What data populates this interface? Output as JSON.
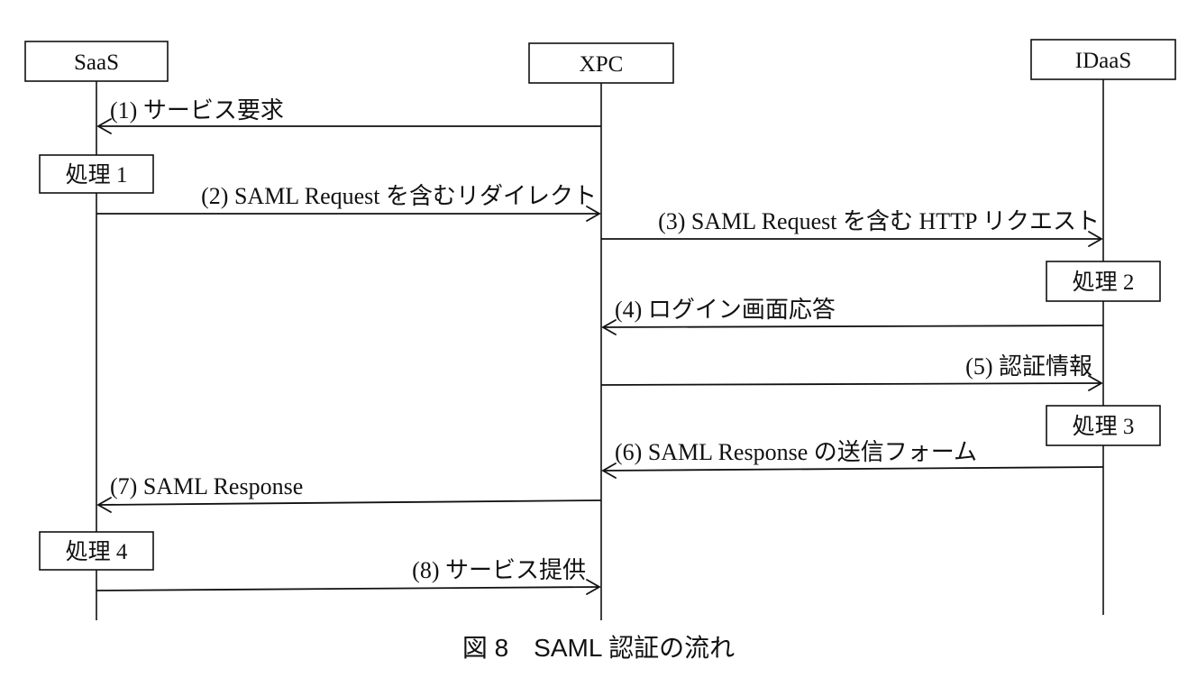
{
  "participants": [
    {
      "id": "saas",
      "label": "SaaS"
    },
    {
      "id": "xpc",
      "label": "XPC"
    },
    {
      "id": "idaas",
      "label": "IDaaS"
    }
  ],
  "messages": [
    {
      "id": "m1",
      "from": "xpc",
      "to": "saas",
      "label": "(1) サービス要求"
    },
    {
      "id": "m2",
      "from": "saas",
      "to": "xpc",
      "label": "(2) SAML Request を含むリダイレクト"
    },
    {
      "id": "m3",
      "from": "xpc",
      "to": "idaas",
      "label": "(3) SAML Request を含む HTTP リクエスト"
    },
    {
      "id": "m4",
      "from": "idaas",
      "to": "xpc",
      "label": "(4) ログイン画面応答"
    },
    {
      "id": "m5",
      "from": "xpc",
      "to": "idaas",
      "label": "(5) 認証情報"
    },
    {
      "id": "m6",
      "from": "idaas",
      "to": "xpc",
      "label": "(6) SAML Response の送信フォーム"
    },
    {
      "id": "m7",
      "from": "xpc",
      "to": "saas",
      "label": "(7) SAML Response"
    },
    {
      "id": "m8",
      "from": "saas",
      "to": "xpc",
      "label": "(8) サービス提供"
    }
  ],
  "processes": [
    {
      "id": "p1",
      "participant": "saas",
      "label": "処理 1"
    },
    {
      "id": "p2",
      "participant": "idaas",
      "label": "処理 2"
    },
    {
      "id": "p3",
      "participant": "idaas",
      "label": "処理 3"
    },
    {
      "id": "p4",
      "participant": "saas",
      "label": "処理 4"
    }
  ],
  "caption": "図 8　SAML 認証の流れ"
}
